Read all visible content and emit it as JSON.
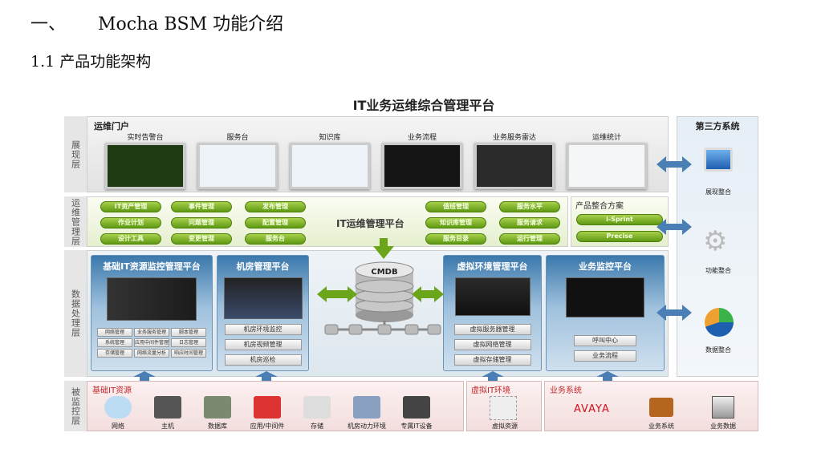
{
  "heading": {
    "number": "一、",
    "title": "Mocha BSM 功能介绍"
  },
  "subheading": "1.1 产品功能架构",
  "diagram": {
    "title": "IT业务运维综合管理平台",
    "layers": [
      "展现层",
      "运维管理层",
      "数据处理层",
      "被监控层"
    ],
    "presentation": {
      "section": "运维门户",
      "screens": [
        "实时告警台",
        "服务台",
        "知识库",
        "业务流程",
        "业务服务雷达",
        "运维统计"
      ]
    },
    "operations": {
      "platform_label": "IT运维管理平台",
      "pills_left": [
        [
          "IT资产管理",
          "作业计划",
          "设计工具"
        ],
        [
          "事件管理",
          "问题管理",
          "变更管理"
        ],
        [
          "发布管理",
          "配置管理",
          "服务台"
        ]
      ],
      "pills_right": [
        [
          "值班管理",
          "知识库管理",
          "服务目录"
        ],
        [
          "服务水平",
          "服务请求",
          "运行管理"
        ]
      ],
      "product": {
        "section": "产品整合方案",
        "items": [
          "i-Sprint",
          "Precise"
        ]
      }
    },
    "data_layer": {
      "basic": {
        "title": "基础IT资源监控管理平台",
        "items": [
          "网络管理",
          "业务服务管理",
          "脚本管理",
          "系统管理",
          "应用中间件管理",
          "日志管理",
          "存储管理",
          "网络流量分析",
          "响应时间管理"
        ]
      },
      "room": {
        "title": "机房管理平台",
        "items": [
          "机房环境监控",
          "机房视频管理",
          "机房巡检"
        ]
      },
      "cmdb": "CMDB",
      "virtual": {
        "title": "虚拟环境管理平台",
        "items": [
          "虚拟服务器管理",
          "虚拟网络管理",
          "虚拟存储管理"
        ]
      },
      "business": {
        "title": "业务监控平台",
        "items": [
          "呼叫中心",
          "业务流程"
        ]
      }
    },
    "third_party": {
      "title": "第三方系统",
      "items": [
        "展现整合",
        "功能整合",
        "数据整合"
      ]
    },
    "monitored": {
      "basic": {
        "title": "基础IT资源",
        "items": [
          "网络",
          "主机",
          "数据库",
          "应用/中间件",
          "存储",
          "机房动力环境",
          "专属IT设备"
        ]
      },
      "virtual": {
        "title": "虚拟IT环境",
        "items": [
          "虚拟资源"
        ]
      },
      "business": {
        "title": "业务系统",
        "logo": "AVAYA",
        "items": [
          "业务系统",
          "业务数据"
        ]
      }
    }
  },
  "colors": {
    "green": "#6aa51a",
    "blue": "#3a78ac",
    "avaya": "#d0121b"
  }
}
